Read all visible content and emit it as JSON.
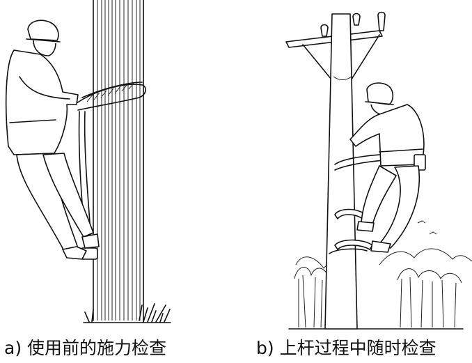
{
  "panels": [
    {
      "id": "a",
      "caption": "a) 使用前的施力检查",
      "figure": "worker-pulling-safety-belt-at-pole-base"
    },
    {
      "id": "b",
      "caption": "b) 上杆过程中随时检查",
      "figure": "worker-climbing-utility-pole-with-foot-clamps"
    }
  ],
  "colors": {
    "ink": "#111111",
    "background": "#ffffff"
  }
}
